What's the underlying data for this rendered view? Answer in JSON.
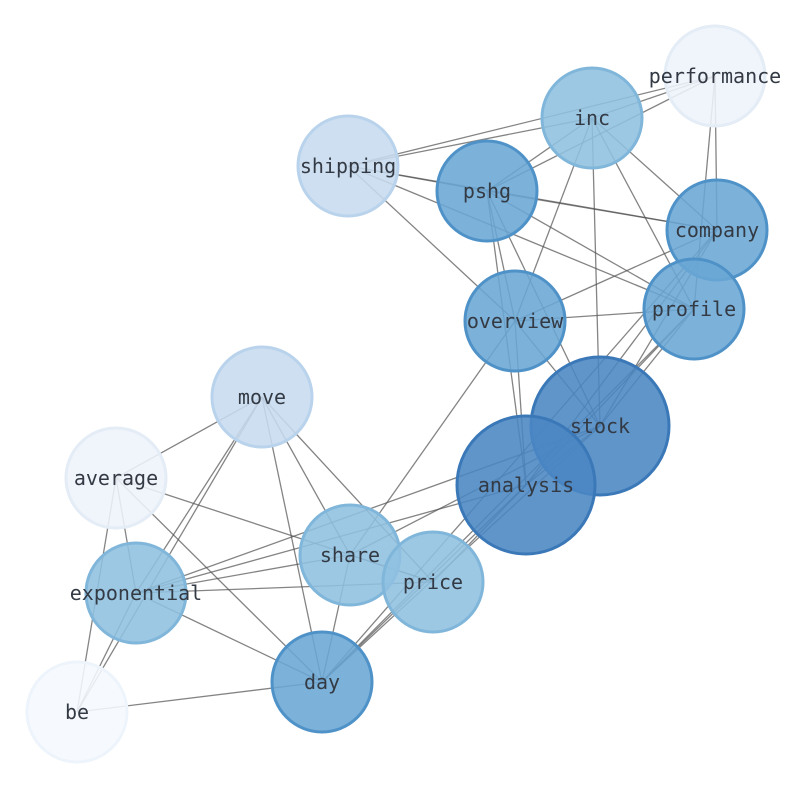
{
  "graph": {
    "nodes": [
      {
        "id": "performance",
        "label": "performance",
        "weight": 1,
        "fill": "#eef3fa",
        "stroke": "#e4ecf6"
      },
      {
        "id": "inc",
        "label": "inc",
        "weight": 3,
        "fill": "#8fc0e0",
        "stroke": "#80b6da"
      },
      {
        "id": "shipping",
        "label": "shipping",
        "weight": 2,
        "fill": "#c6dbef",
        "stroke": "#b9d3ec"
      },
      {
        "id": "pshg",
        "label": "pshg",
        "weight": 4,
        "fill": "#6aa6d4",
        "stroke": "#4f92c8"
      },
      {
        "id": "company",
        "label": "company",
        "weight": 4,
        "fill": "#6aa6d4",
        "stroke": "#4f92c8"
      },
      {
        "id": "profile",
        "label": "profile",
        "weight": 4,
        "fill": "#6aa6d4",
        "stroke": "#4f92c8"
      },
      {
        "id": "overview",
        "label": "overview",
        "weight": 4,
        "fill": "#6aa6d4",
        "stroke": "#4f92c8"
      },
      {
        "id": "stock",
        "label": "stock",
        "weight": 5,
        "fill": "#4a86c3",
        "stroke": "#3b78b8"
      },
      {
        "id": "analysis",
        "label": "analysis",
        "weight": 5,
        "fill": "#4a86c3",
        "stroke": "#3b78b8"
      },
      {
        "id": "move",
        "label": "move",
        "weight": 2,
        "fill": "#c6dbef",
        "stroke": "#b9d3ec"
      },
      {
        "id": "average",
        "label": "average",
        "weight": 1,
        "fill": "#eef3fa",
        "stroke": "#e4ecf6"
      },
      {
        "id": "share",
        "label": "share",
        "weight": 3,
        "fill": "#8fc0e0",
        "stroke": "#80b6da"
      },
      {
        "id": "price",
        "label": "price",
        "weight": 3,
        "fill": "#8fc0e0",
        "stroke": "#80b6da"
      },
      {
        "id": "exponential",
        "label": "exponential",
        "weight": 3,
        "fill": "#8fc0e0",
        "stroke": "#80b6da"
      },
      {
        "id": "day",
        "label": "day",
        "weight": 4,
        "fill": "#6aa6d4",
        "stroke": "#4f92c8"
      },
      {
        "id": "be",
        "label": "be",
        "weight": 0,
        "fill": "#f5f9fe",
        "stroke": "#eef4fb"
      }
    ],
    "edges": [
      [
        "performance",
        "inc"
      ],
      [
        "performance",
        "shipping"
      ],
      [
        "performance",
        "pshg"
      ],
      [
        "performance",
        "company"
      ],
      [
        "performance",
        "profile"
      ],
      [
        "inc",
        "shipping"
      ],
      [
        "inc",
        "pshg"
      ],
      [
        "inc",
        "company"
      ],
      [
        "inc",
        "profile"
      ],
      [
        "inc",
        "overview"
      ],
      [
        "inc",
        "stock"
      ],
      [
        "shipping",
        "pshg"
      ],
      [
        "shipping",
        "company"
      ],
      [
        "shipping",
        "overview"
      ],
      [
        "shipping",
        "profile"
      ],
      [
        "pshg",
        "company"
      ],
      [
        "pshg",
        "overview"
      ],
      [
        "pshg",
        "stock"
      ],
      [
        "pshg",
        "analysis"
      ],
      [
        "pshg",
        "profile"
      ],
      [
        "company",
        "overview"
      ],
      [
        "company",
        "stock"
      ],
      [
        "company",
        "analysis"
      ],
      [
        "company",
        "day"
      ],
      [
        "profile",
        "overview"
      ],
      [
        "profile",
        "stock"
      ],
      [
        "profile",
        "analysis"
      ],
      [
        "profile",
        "day"
      ],
      [
        "overview",
        "stock"
      ],
      [
        "overview",
        "analysis"
      ],
      [
        "overview",
        "share"
      ],
      [
        "stock",
        "analysis"
      ],
      [
        "stock",
        "exponential"
      ],
      [
        "stock",
        "share"
      ],
      [
        "stock",
        "day"
      ],
      [
        "analysis",
        "exponential"
      ],
      [
        "analysis",
        "price"
      ],
      [
        "analysis",
        "day"
      ],
      [
        "move",
        "average"
      ],
      [
        "move",
        "exponential"
      ],
      [
        "move",
        "share"
      ],
      [
        "move",
        "price"
      ],
      [
        "move",
        "day"
      ],
      [
        "move",
        "be"
      ],
      [
        "average",
        "exponential"
      ],
      [
        "average",
        "price"
      ],
      [
        "average",
        "day"
      ],
      [
        "average",
        "be"
      ],
      [
        "share",
        "exponential"
      ],
      [
        "share",
        "price"
      ],
      [
        "share",
        "day"
      ],
      [
        "price",
        "exponential"
      ],
      [
        "exponential",
        "day"
      ],
      [
        "exponential",
        "be"
      ],
      [
        "day",
        "be"
      ]
    ]
  }
}
